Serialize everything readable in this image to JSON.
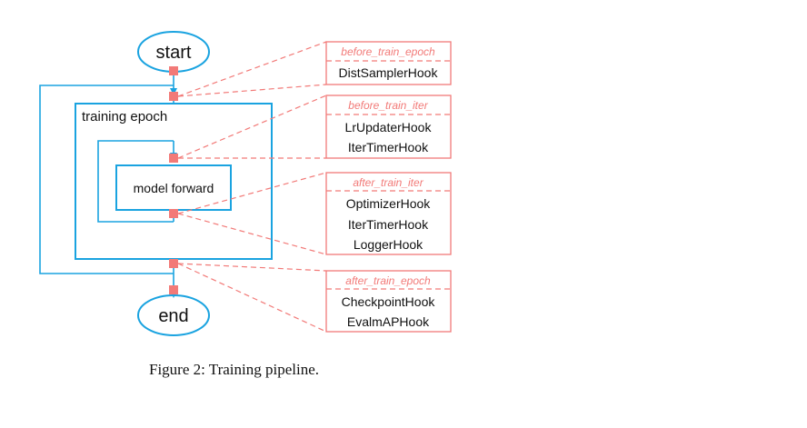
{
  "flow": {
    "start_label": "start",
    "end_label": "end",
    "epoch_label": "training epoch",
    "forward_label": "model forward"
  },
  "hooks": [
    {
      "title": "before_train_epoch",
      "items": [
        "DistSamplerHook"
      ]
    },
    {
      "title": "before_train_iter",
      "items": [
        "LrUpdaterHook",
        "IterTimerHook"
      ]
    },
    {
      "title": "after_train_iter",
      "items": [
        "OptimizerHook",
        "IterTimerHook",
        "LoggerHook"
      ]
    },
    {
      "title": "after_train_epoch",
      "items": [
        "CheckpointHook",
        "EvalmAPHook"
      ]
    }
  ],
  "caption": "Figure 2: Training pipeline.",
  "colors": {
    "flow": "#1aa3e0",
    "hook": "#f27a78"
  }
}
